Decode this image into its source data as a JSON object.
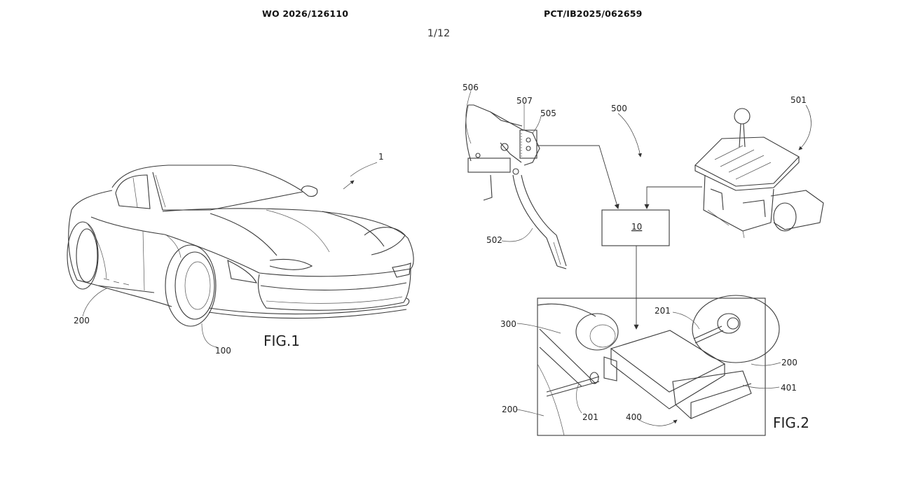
{
  "header": {
    "publication_number": "WO 2026/126110",
    "application_number": "PCT/IB2025/062659",
    "sheet": "1/12"
  },
  "fig1": {
    "caption": "FIG.1",
    "labels": {
      "ref_1": "1",
      "ref_200": "200",
      "ref_100": "100"
    }
  },
  "fig2": {
    "caption": "FIG.2",
    "labels": {
      "ref_506": "506",
      "ref_507": "507",
      "ref_505": "505",
      "ref_500": "500",
      "ref_501": "501",
      "ref_502": "502",
      "ref_10": "10",
      "ref_201a": "201",
      "ref_300": "300",
      "ref_200a": "200",
      "ref_401": "401",
      "ref_200b": "200",
      "ref_201b": "201",
      "ref_400": "400"
    }
  }
}
